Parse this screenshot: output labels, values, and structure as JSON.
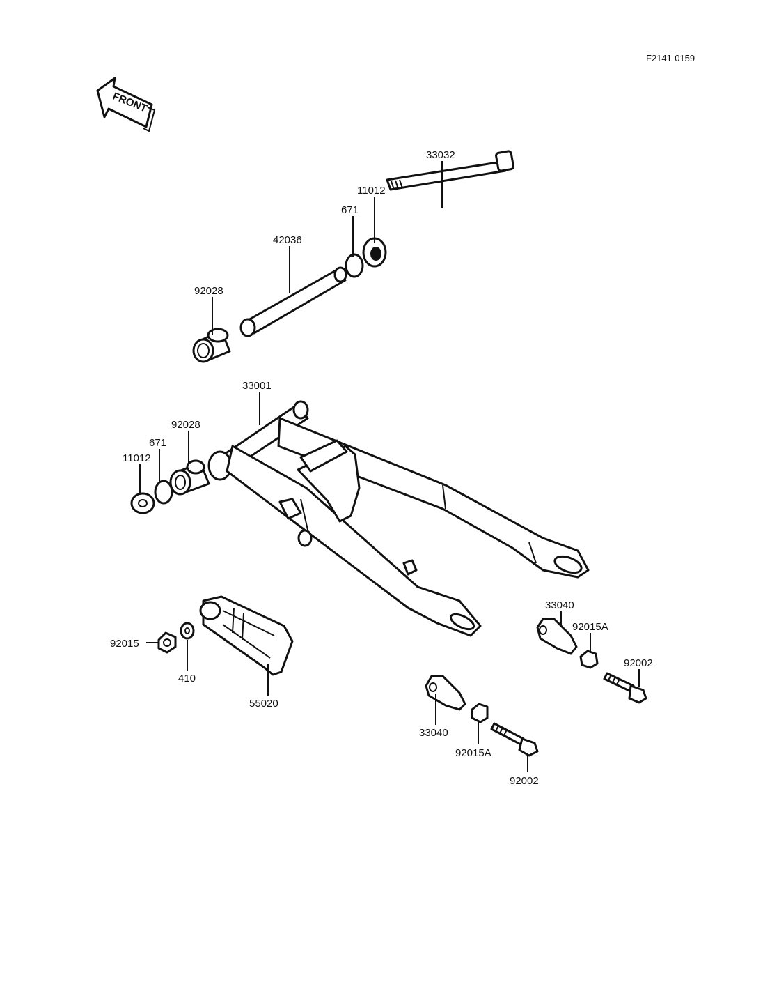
{
  "diagram_code": "F2141-0159",
  "front_label": "FRONT",
  "callouts": {
    "c33032": "33032",
    "c11012_top": "11012",
    "c671_top": "671",
    "c42036": "42036",
    "c92028_top": "92028",
    "c33001": "33001",
    "c92028_left": "92028",
    "c671_left": "671",
    "c11012_left": "11012",
    "c33040_right": "33040",
    "c92015A_right": "92015A",
    "c92002_right": "92002",
    "c92015": "92015",
    "c410": "410",
    "c55020": "55020",
    "c33040_bottom": "33040",
    "c92015A_bottom": "92015A",
    "c92002_bottom": "92002"
  },
  "colors": {
    "line": "#111111",
    "background": "#ffffff"
  }
}
